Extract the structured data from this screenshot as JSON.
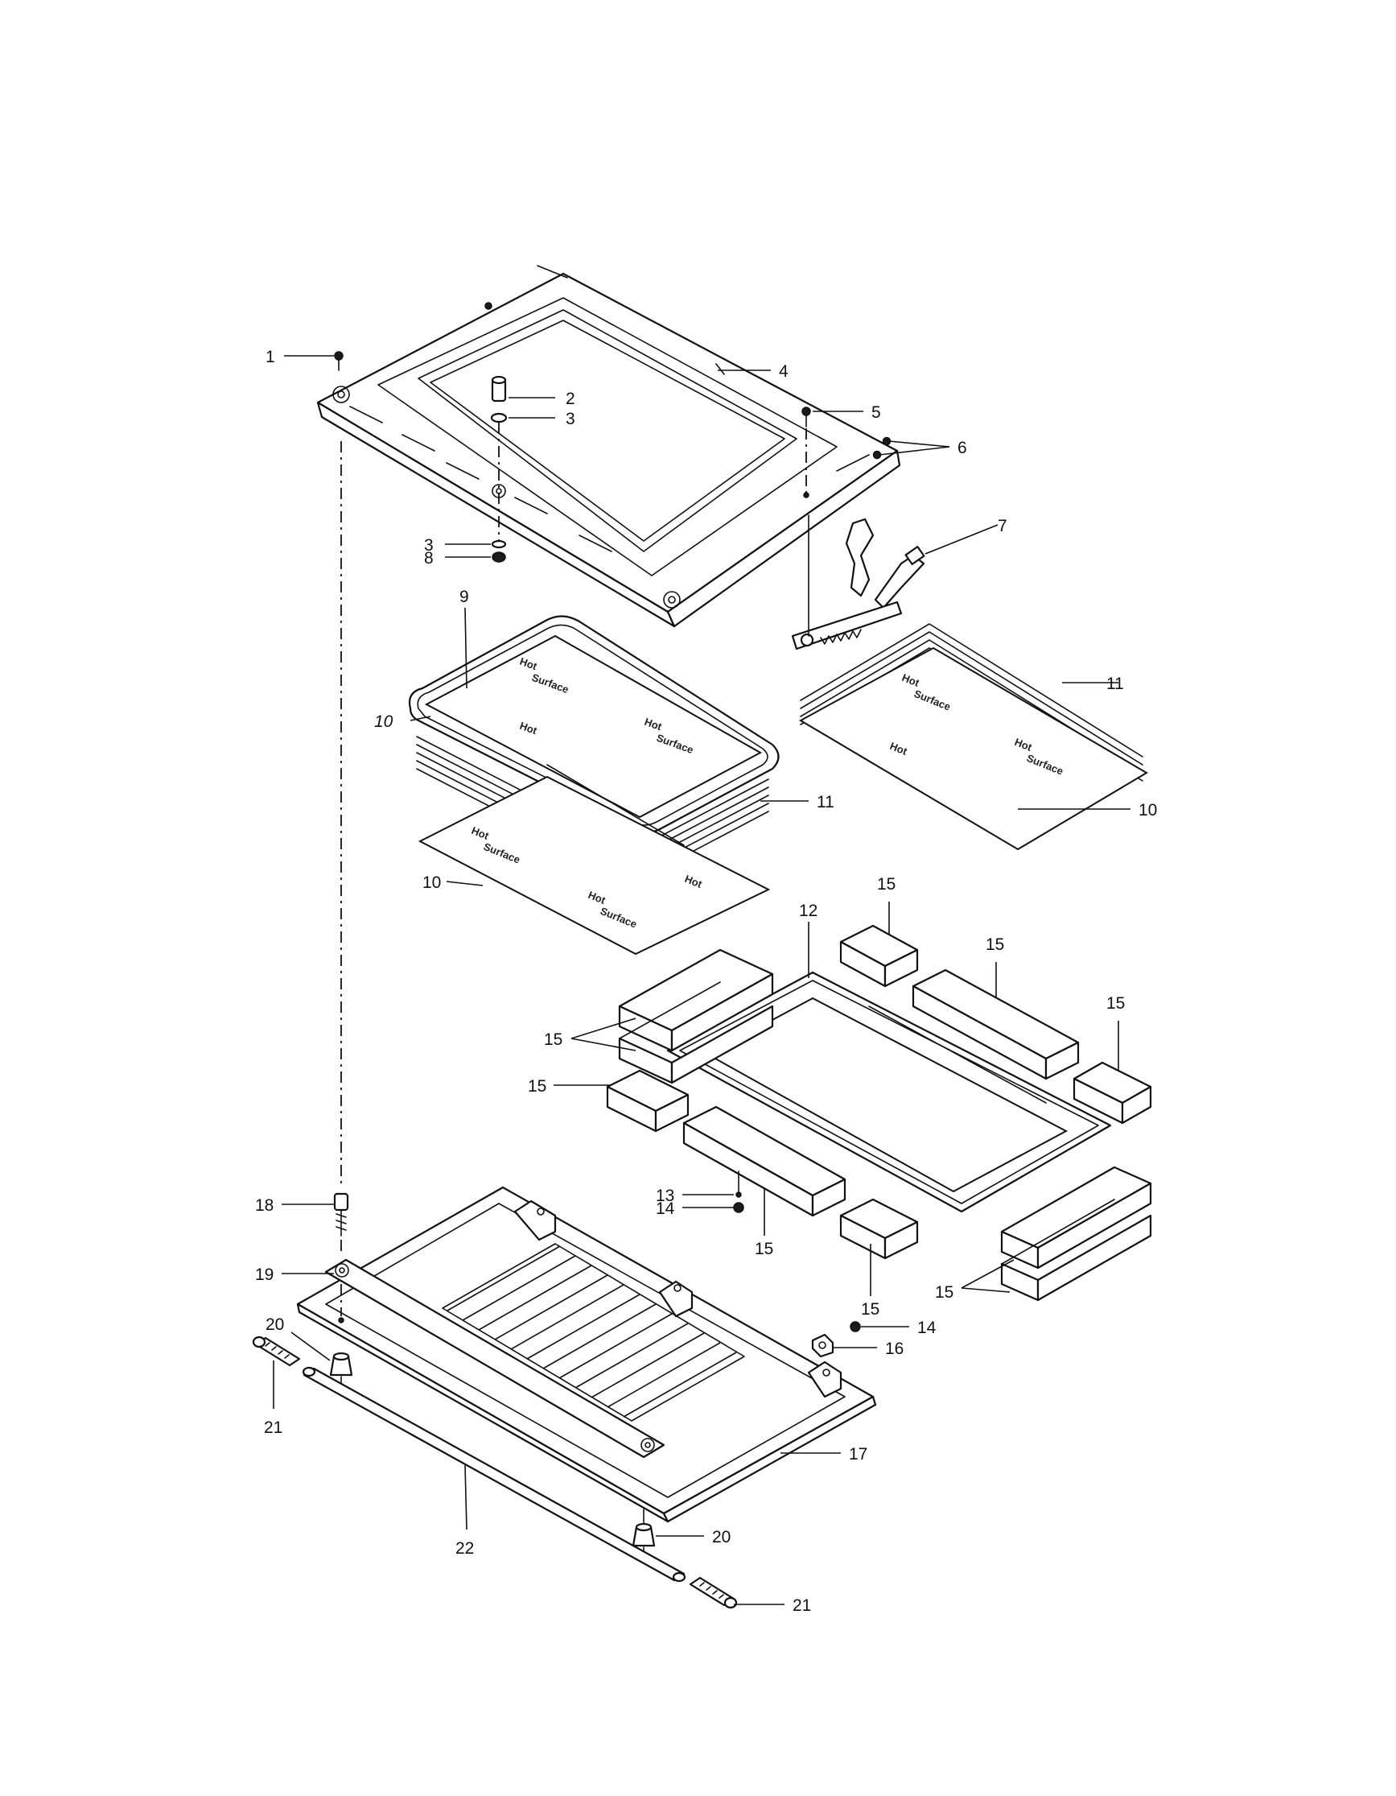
{
  "callouts": [
    {
      "id": "c1",
      "text": "1"
    },
    {
      "id": "c2",
      "text": "2"
    },
    {
      "id": "c3a",
      "text": "3"
    },
    {
      "id": "c4",
      "text": "4"
    },
    {
      "id": "c5",
      "text": "5"
    },
    {
      "id": "c6",
      "text": "6"
    },
    {
      "id": "c3b",
      "text": "3"
    },
    {
      "id": "c8",
      "text": "8"
    },
    {
      "id": "c7",
      "text": "7"
    },
    {
      "id": "c9",
      "text": "9"
    },
    {
      "id": "c10a",
      "text": "10"
    },
    {
      "id": "c11a",
      "text": "11"
    },
    {
      "id": "c10b",
      "text": "10"
    },
    {
      "id": "c11b",
      "text": "11"
    },
    {
      "id": "c10c",
      "text": "10"
    },
    {
      "id": "c12",
      "text": "12"
    },
    {
      "id": "c15a",
      "text": "15"
    },
    {
      "id": "c15b",
      "text": "15"
    },
    {
      "id": "c15c",
      "text": "15"
    },
    {
      "id": "c15d",
      "text": "15"
    },
    {
      "id": "c15e",
      "text": "15"
    },
    {
      "id": "c15f",
      "text": "15"
    },
    {
      "id": "c15g",
      "text": "15"
    },
    {
      "id": "c15h",
      "text": "15"
    },
    {
      "id": "c13",
      "text": "13"
    },
    {
      "id": "c14a",
      "text": "14"
    },
    {
      "id": "c18",
      "text": "18"
    },
    {
      "id": "c19",
      "text": "19"
    },
    {
      "id": "c14b",
      "text": "14"
    },
    {
      "id": "c16",
      "text": "16"
    },
    {
      "id": "c20a",
      "text": "20"
    },
    {
      "id": "c21a",
      "text": "21"
    },
    {
      "id": "c17",
      "text": "17"
    },
    {
      "id": "c22",
      "text": "22"
    },
    {
      "id": "c20b",
      "text": "20"
    },
    {
      "id": "c21b",
      "text": "21"
    }
  ]
}
